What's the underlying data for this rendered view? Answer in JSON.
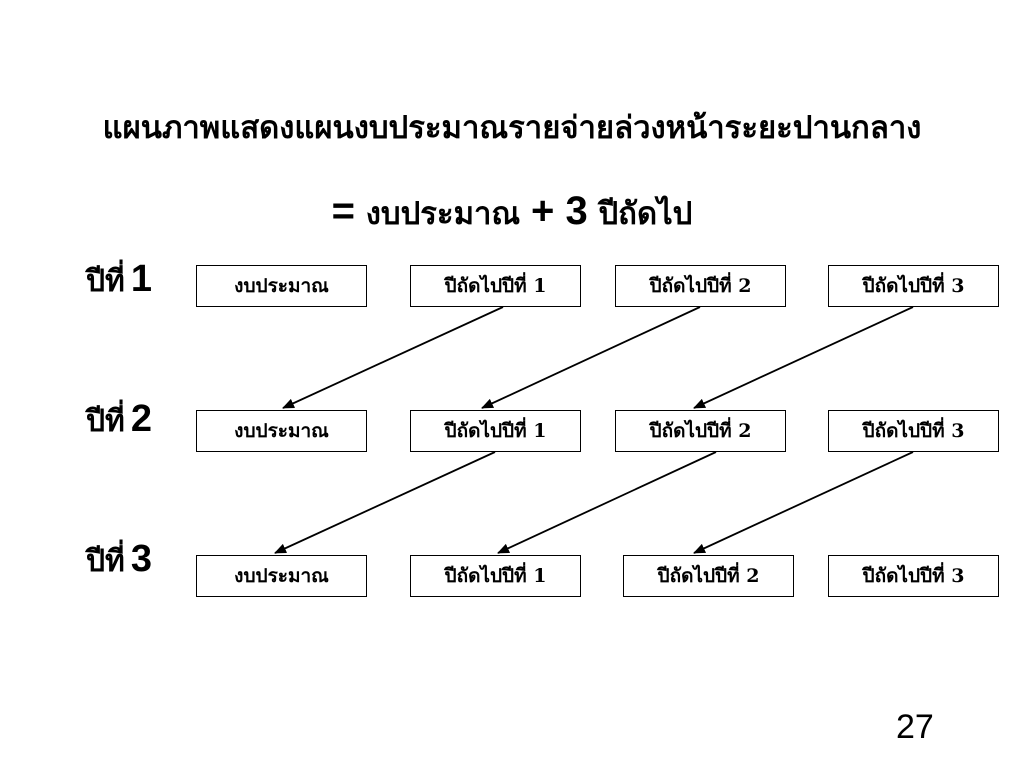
{
  "title": {
    "line1": "แผนภาพแสดงแผนงบประมาณรายจ่ายล่วงหน้าระยะปานกลาง",
    "line2_eq": "=",
    "line2_a": "งบประมาณ",
    "line2_plus": "+ 3",
    "line2_b": "ปีถัดไป"
  },
  "rows": [
    {
      "label": "ปีที่",
      "number": "1",
      "boxes": [
        "งบประมาณ",
        "ปีถัดไปปีที่ 1",
        "ปีถัดไปปีที่ 2",
        "ปีถัดไปปีที่ 3"
      ]
    },
    {
      "label": "ปีที่",
      "number": "2",
      "boxes": [
        "งบประมาณ",
        "ปีถัดไปปีที่ 1",
        "ปีถัดไปปีที่ 2",
        "ปีถัดไปปีที่ 3"
      ]
    },
    {
      "label": "ปีที่",
      "number": "3",
      "boxes": [
        "งบประมาณ",
        "ปีถัดไปปีที่ 1",
        "ปีถัดไปปีที่ 2",
        "ปีถัดไปปีที่ 3"
      ]
    }
  ],
  "page_number": "27"
}
